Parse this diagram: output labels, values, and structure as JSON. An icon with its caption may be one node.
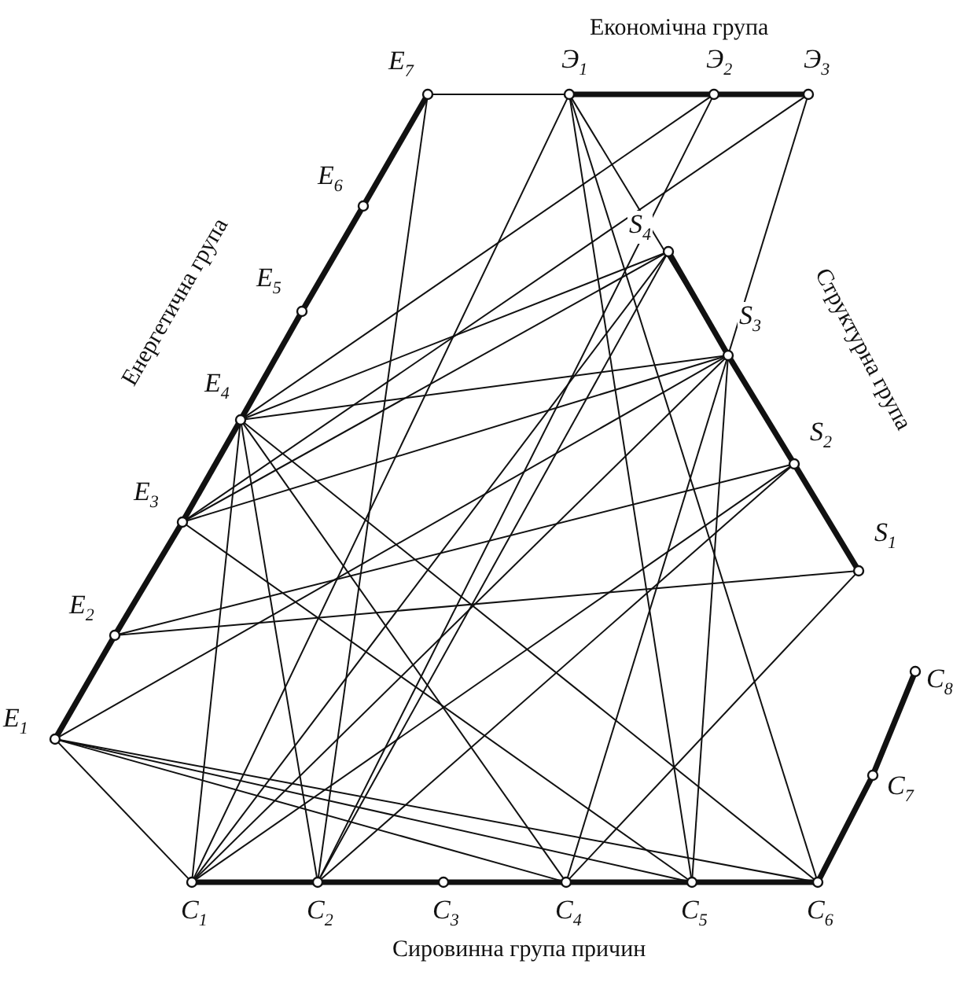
{
  "diagram": {
    "nodes": [
      {
        "text": [],
        "shape": "circle",
        "beside": [
          "E$_{7}$"
        ]
      },
      {
        "text": [],
        "shape": "circle",
        "beside": [
          "Э$_{1}$"
        ]
      },
      {
        "text": [],
        "shape": "circle",
        "beside": [
          "Э$_{2}$"
        ]
      },
      {
        "text": [],
        "shape": "circle",
        "beside": [
          "Э$_{3}$"
        ]
      },
      {
        "text": [],
        "shape": "circle",
        "beside": [
          "E$_{6}$"
        ]
      },
      {
        "text": [],
        "shape": "circle",
        "beside": [
          "E$_{5}$"
        ]
      },
      {
        "text": [],
        "shape": "circle",
        "beside": [
          "S$_{4}$"
        ]
      },
      {
        "text": [],
        "shape": "circle",
        "beside": [
          "E$_{4}$"
        ]
      },
      {
        "text": [],
        "shape": "circle",
        "beside": [
          "S$_{3}$"
        ]
      },
      {
        "text": [],
        "shape": "circle",
        "beside": [
          "E$_{3}$"
        ]
      },
      {
        "text": [],
        "shape": "circle",
        "beside": [
          "S$_{2}$"
        ]
      },
      {
        "text": [],
        "shape": "circle",
        "beside": [
          "S$_{1}$"
        ]
      },
      {
        "text": [],
        "shape": "circle",
        "beside": [
          "E$_{2}$"
        ]
      },
      {
        "text": [],
        "shape": "circle",
        "beside": [
          "C$_{8}$"
        ]
      },
      {
        "text": [],
        "shape": "circle",
        "beside": [
          "E$_{1}$"
        ]
      },
      {
        "text": [],
        "shape": "circle",
        "beside": [
          "C$_{7}$"
        ]
      },
      {
        "text": [],
        "shape": "circle",
        "beside": [
          "C$_{1}$"
        ]
      },
      {
        "text": [],
        "shape": "circle",
        "beside": [
          "C$_{2}$"
        ]
      },
      {
        "text": [],
        "shape": "circle",
        "beside": [
          "C$_{3}$"
        ]
      },
      {
        "text": [],
        "shape": "circle",
        "beside": [
          "C$_{4}$"
        ]
      },
      {
        "text": [],
        "shape": "circle",
        "beside": [
          "C$_{5}$"
        ]
      },
      {
        "text": [],
        "shape": "circle",
        "beside": [
          "C$_{6}$"
        ]
      }
    ],
    "edges": [
      {
        "from": 14,
        "to": 12,
        "arrow": "none",
        "style": "thick"
      },
      {
        "from": 12,
        "to": 9,
        "arrow": "none",
        "style": "thick"
      },
      {
        "from": 9,
        "to": 7,
        "arrow": "none",
        "style": "thick"
      },
      {
        "from": 7,
        "to": 5,
        "arrow": "none",
        "style": "thick"
      },
      {
        "from": 5,
        "to": 4,
        "arrow": "none",
        "style": "thick"
      },
      {
        "from": 4,
        "to": 0,
        "arrow": "none",
        "style": "thick"
      },
      {
        "from": 0,
        "to": 1,
        "arrow": "none"
      },
      {
        "from": 1,
        "to": 2,
        "arrow": "none",
        "style": "thick"
      },
      {
        "from": 2,
        "to": 3,
        "arrow": "none",
        "style": "thick"
      },
      {
        "from": 6,
        "to": 8,
        "arrow": "none",
        "style": "thick"
      },
      {
        "from": 8,
        "to": 10,
        "arrow": "none",
        "style": "thick"
      },
      {
        "from": 10,
        "to": 11,
        "arrow": "none",
        "style": "thick"
      },
      {
        "from": 16,
        "to": 17,
        "arrow": "none",
        "style": "thick"
      },
      {
        "from": 17,
        "to": 18,
        "arrow": "none",
        "style": "thick"
      },
      {
        "from": 18,
        "to": 19,
        "arrow": "none",
        "style": "thick"
      },
      {
        "from": 19,
        "to": 20,
        "arrow": "none",
        "style": "thick"
      },
      {
        "from": 20,
        "to": 21,
        "arrow": "none",
        "style": "thick"
      },
      {
        "from": 21,
        "to": 15,
        "arrow": "none",
        "style": "thick"
      },
      {
        "from": 15,
        "to": 13,
        "arrow": "none",
        "style": "thick"
      },
      {
        "from": 14,
        "to": 16,
        "arrow": "none"
      },
      {
        "from": 1,
        "to": 16,
        "arrow": "none"
      },
      {
        "from": 1,
        "to": 21,
        "arrow": "none"
      },
      {
        "from": 1,
        "to": 10,
        "arrow": "none"
      },
      {
        "from": 1,
        "to": 20,
        "arrow": "none"
      },
      {
        "from": 2,
        "to": 7,
        "arrow": "none"
      },
      {
        "from": 2,
        "to": 17,
        "arrow": "none"
      },
      {
        "from": 3,
        "to": 9,
        "arrow": "none"
      },
      {
        "from": 3,
        "to": 19,
        "arrow": "none"
      },
      {
        "from": 0,
        "to": 17,
        "arrow": "none"
      },
      {
        "from": 6,
        "to": 9,
        "arrow": "none"
      },
      {
        "from": 6,
        "to": 7,
        "arrow": "none"
      },
      {
        "from": 6,
        "to": 16,
        "arrow": "none"
      },
      {
        "from": 6,
        "to": 17,
        "arrow": "none"
      },
      {
        "from": 8,
        "to": 14,
        "arrow": "none"
      },
      {
        "from": 8,
        "to": 9,
        "arrow": "none"
      },
      {
        "from": 8,
        "to": 7,
        "arrow": "none"
      },
      {
        "from": 8,
        "to": 16,
        "arrow": "none"
      },
      {
        "from": 8,
        "to": 20,
        "arrow": "none"
      },
      {
        "from": 10,
        "to": 12,
        "arrow": "none"
      },
      {
        "from": 10,
        "to": 16,
        "arrow": "none"
      },
      {
        "from": 10,
        "to": 17,
        "arrow": "none"
      },
      {
        "from": 11,
        "to": 12,
        "arrow": "none"
      },
      {
        "from": 11,
        "to": 19,
        "arrow": "none"
      },
      {
        "from": 7,
        "to": 16,
        "arrow": "none"
      },
      {
        "from": 7,
        "to": 17,
        "arrow": "none"
      },
      {
        "from": 7,
        "to": 19,
        "arrow": "none"
      },
      {
        "from": 7,
        "to": 21,
        "arrow": "none"
      },
      {
        "from": 9,
        "to": 20,
        "arrow": "none"
      },
      {
        "from": 14,
        "to": 19,
        "arrow": "none"
      },
      {
        "from": 14,
        "to": 20,
        "arrow": "none"
      },
      {
        "from": 14,
        "to": 21,
        "arrow": "none"
      }
    ],
    "labels": [
      "Економічна група",
      "Енергетична група",
      "Структурна група",
      "Сировинна група причин"
    ]
  }
}
